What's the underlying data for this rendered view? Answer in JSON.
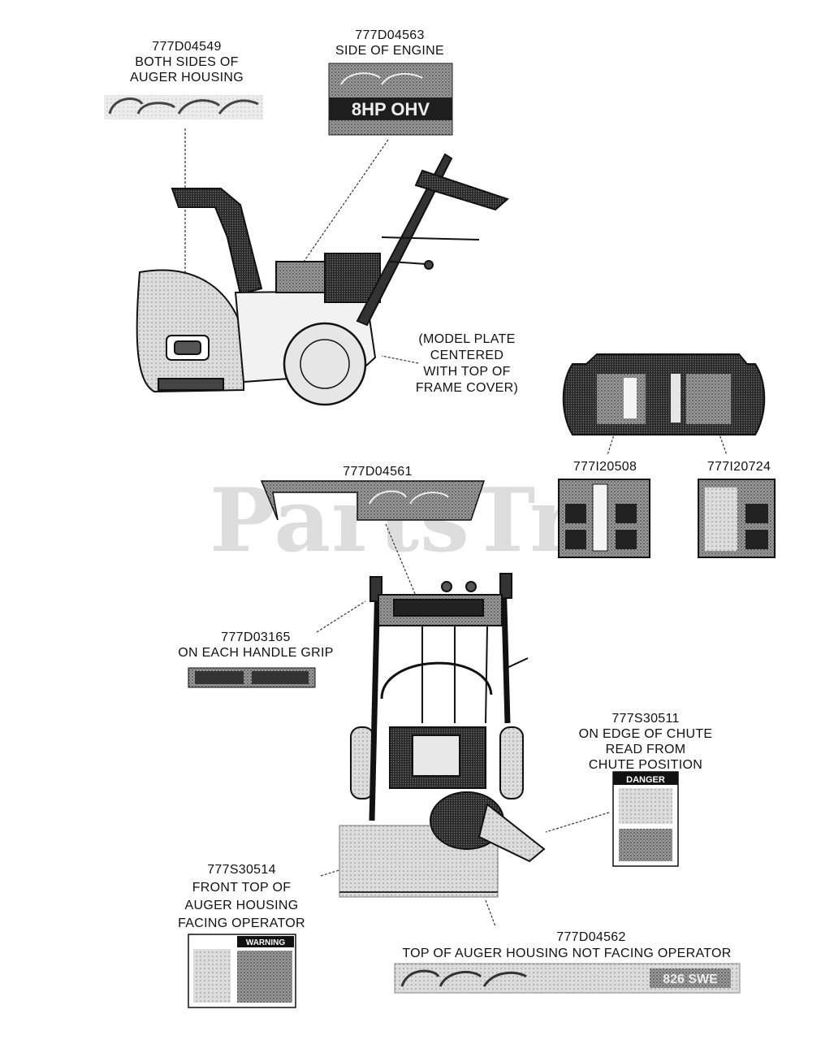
{
  "watermark": "PartsTre",
  "labels": {
    "d04549": {
      "num": "777D04549",
      "lines": [
        "BOTH SIDES OF",
        "AUGER HOUSING"
      ]
    },
    "d04563": {
      "num": "777D04563",
      "lines": [
        "SIDE OF ENGINE"
      ]
    },
    "model_plate": {
      "lines": [
        "(MODEL PLATE",
        "CENTERED",
        "WITH TOP OF",
        "FRAME COVER)"
      ]
    },
    "i20508": {
      "num": "777I20508"
    },
    "i20724": {
      "num": "777I20724"
    },
    "d04561": {
      "num": "777D04561"
    },
    "d03165": {
      "num": "777D03165",
      "lines": [
        "ON EACH HANDLE GRIP"
      ]
    },
    "s30511": {
      "num": "777S30511",
      "lines": [
        "ON EDGE OF CHUTE",
        "READ FROM",
        "CHUTE POSITION"
      ]
    },
    "s30514": {
      "num": "777S30514",
      "lines": [
        "FRONT TOP OF",
        "AUGER HOUSING",
        "FACING OPERATOR"
      ]
    },
    "d04562": {
      "num": "777D04562",
      "lines": [
        "TOP OF AUGER HOUSING NOT FACING OPERATOR"
      ]
    }
  },
  "decals": {
    "engine_decal_text": "8HP OHV",
    "danger_text": "DANGER",
    "warning_text": "WARNING",
    "model_text": "826 SWE"
  }
}
